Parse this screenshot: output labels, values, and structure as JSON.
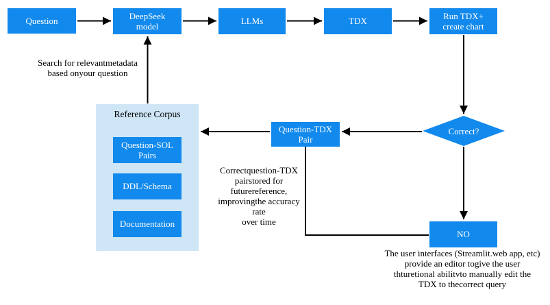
{
  "colors": {
    "node_fill": "#1289ec",
    "container_fill": "#cfe6f7",
    "node_text": "#ffffff",
    "connector": "#000000"
  },
  "nodes": {
    "question": {
      "label": "Question"
    },
    "deepseek": {
      "label": "DeepSeek\nmodel"
    },
    "llms": {
      "label": "LLMs"
    },
    "tdx": {
      "label": "TDX"
    },
    "run_tdx": {
      "label": "Run TDX+\ncreate chart"
    },
    "correct_decision": {
      "label": "Correct?"
    },
    "question_tdx_pair": {
      "label": "Question-TDX\nPair"
    },
    "no": {
      "label": "NO"
    },
    "reference_corpus": {
      "label": "Reference Corpus"
    },
    "question_sol_pairs": {
      "label": "Question-SOL\nPairs"
    },
    "ddl_schema": {
      "label": "DDL/Schema"
    },
    "documentation": {
      "label": "Documentation"
    }
  },
  "notes": {
    "search": "Search for relevantmetadata\nbased onyour question",
    "store": "Correctquestion-TDX\npairstored for\nfuturereference,\nimprovingthe accuracy\nrate\nover time",
    "editor": "The user interfaces (Streamlit.web app, etc)\nprovide an editor togive the user\nthturetional abilitvto manually edit the\nTDX to thecorrect query"
  }
}
